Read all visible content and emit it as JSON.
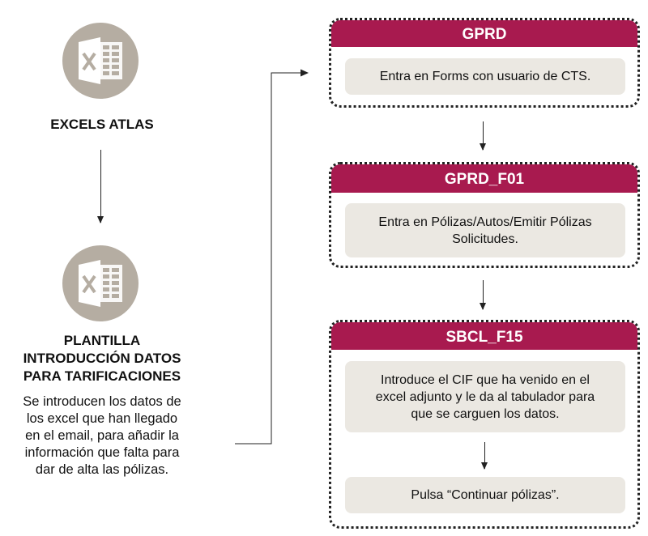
{
  "left": {
    "step1_title": "EXCELS ATLAS",
    "step2_title": [
      "PLANTILLA",
      "INTRODUCCIÓN DATOS",
      "PARA TARIFICACIONES"
    ],
    "step2_description": [
      "Se introducen los datos de",
      "los excel que han llegado",
      "en el email, para añadir la",
      "información que falta para",
      "dar de alta las pólizas."
    ],
    "icon": "excel-icon"
  },
  "right": [
    {
      "header": "GPRD",
      "steps": [
        "Entra en Forms con usuario de CTS."
      ]
    },
    {
      "header": "GPRD_F01",
      "steps": [
        "Entra en Pólizas/Autos/Emitir Pólizas Solicitudes."
      ]
    },
    {
      "header": "SBCL_F15",
      "steps": [
        "Introduce el CIF que ha venido en el excel adjunto y le da al tabulador para que se carguen los datos.",
        "Pulsa “Continuar pólizas”."
      ]
    }
  ],
  "colors": {
    "header": "#a81a4f",
    "step_bg": "#ebe8e2",
    "icon_bg": "#b5ada2"
  }
}
